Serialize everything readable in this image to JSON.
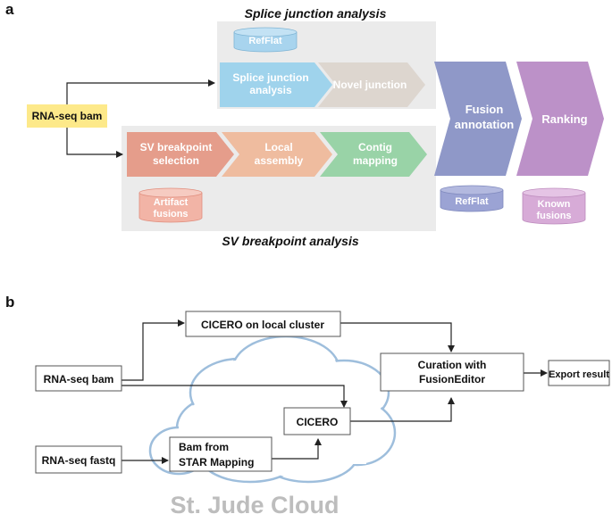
{
  "panel_a": {
    "label": "a",
    "splice_section_title": "Splice junction analysis",
    "sv_section_title": "SV breakpoint analysis",
    "input_bam": "RNA-seq bam",
    "splice_refflat": "RefFlat",
    "splice_junction_step": [
      "Splice junction",
      "analysis"
    ],
    "novel_junction_step": "Novel junction",
    "sv_breakpoint_step": [
      "SV breakpoint",
      "selection"
    ],
    "local_assembly_step": [
      "Local",
      "assembly"
    ],
    "contig_mapping_step": [
      "Contig",
      "mapping"
    ],
    "artifact_fusions_db": [
      "Artifact",
      "fusions"
    ],
    "fusion_annotation_step": [
      "Fusion",
      "annotation"
    ],
    "annotation_refflat": "RefFlat",
    "ranking_step": "Ranking",
    "known_fusions_db": [
      "Known",
      "fusions"
    ]
  },
  "panel_b": {
    "label": "b",
    "rna_seq_bam": "RNA-seq bam",
    "rna_seq_fastq": "RNA-seq fastq",
    "cicero_local": "CICERO on local cluster",
    "cicero_cloud": "CICERO",
    "bam_from_star": [
      "Bam from",
      "STAR Mapping"
    ],
    "curation": [
      "Curation with",
      "FusionEditor"
    ],
    "export_result": "Export result",
    "cloud_label": "St. Jude Cloud"
  },
  "colors": {
    "panel_gray": "#ebebeb",
    "input_yellow": "#fde98a",
    "refflat_blue": "#a8d4ee",
    "splice_blue": "#9fd3ec",
    "novel_tan": "#ddd6cf",
    "sv_salmon": "#e59d8b",
    "local_peach": "#efbc9f",
    "contig_green": "#99d3a7",
    "artifact_pink": "#f2b4a6",
    "fusion_purple": "#8f98c8",
    "ranking_purple": "#bc91c8",
    "known_purple": "#d7abd7",
    "cloud_outline": "#9ebedc",
    "cloud_text": "#bdbdbd"
  }
}
